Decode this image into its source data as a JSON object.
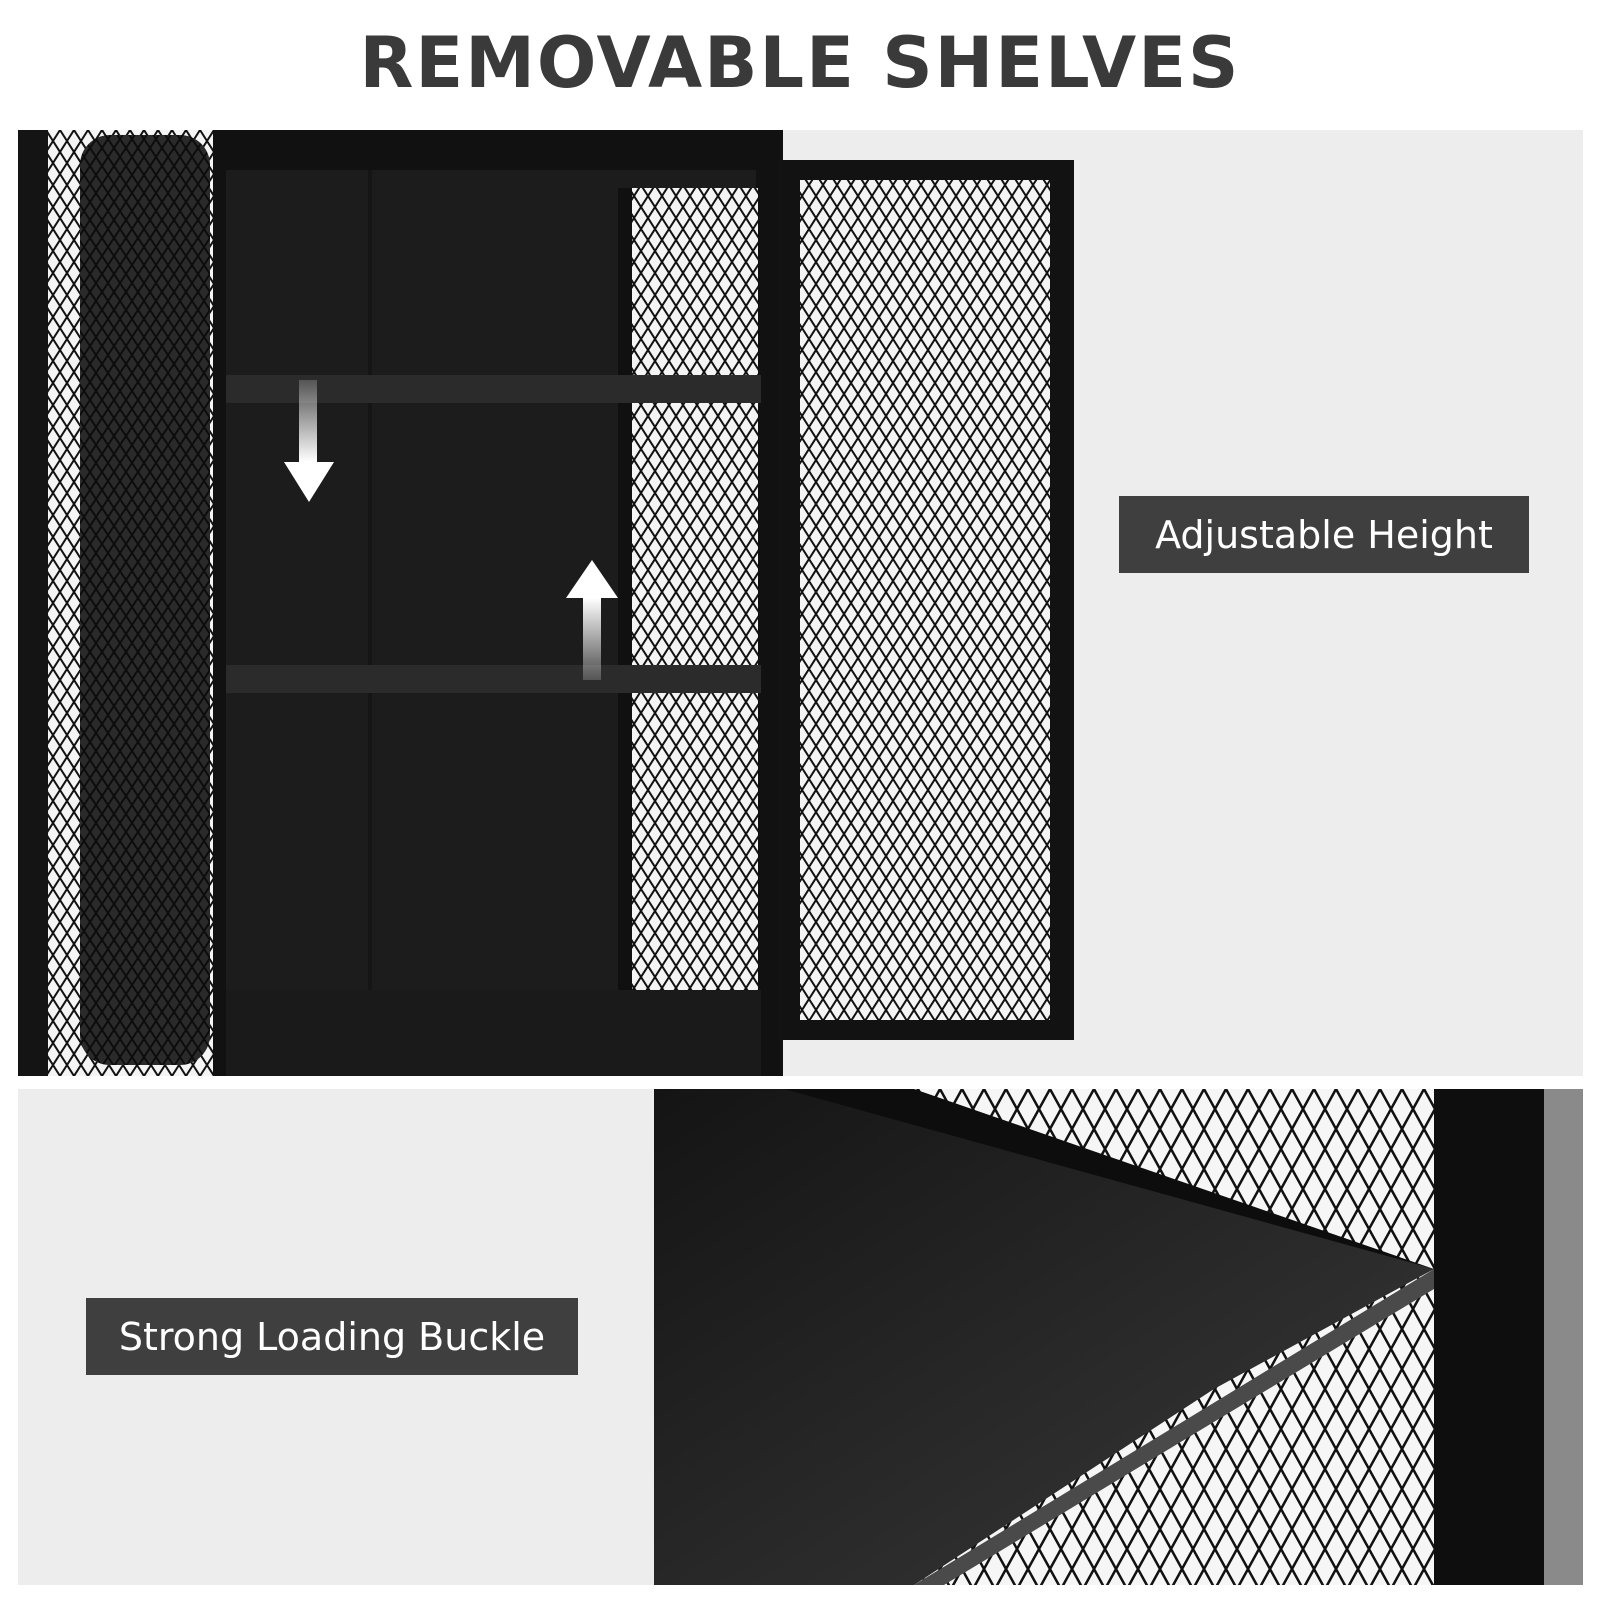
{
  "title": "REMOVABLE SHELVES",
  "labels": {
    "adjustable": "Adjustable Height",
    "buckle": "Strong Loading Buckle"
  },
  "icons": [
    "arrow-down-icon",
    "arrow-up-icon"
  ],
  "colors": {
    "background": "#ededed",
    "label_bg": "#3f3f3f",
    "title": "#3a3a3a",
    "cabinet": "#161616"
  }
}
